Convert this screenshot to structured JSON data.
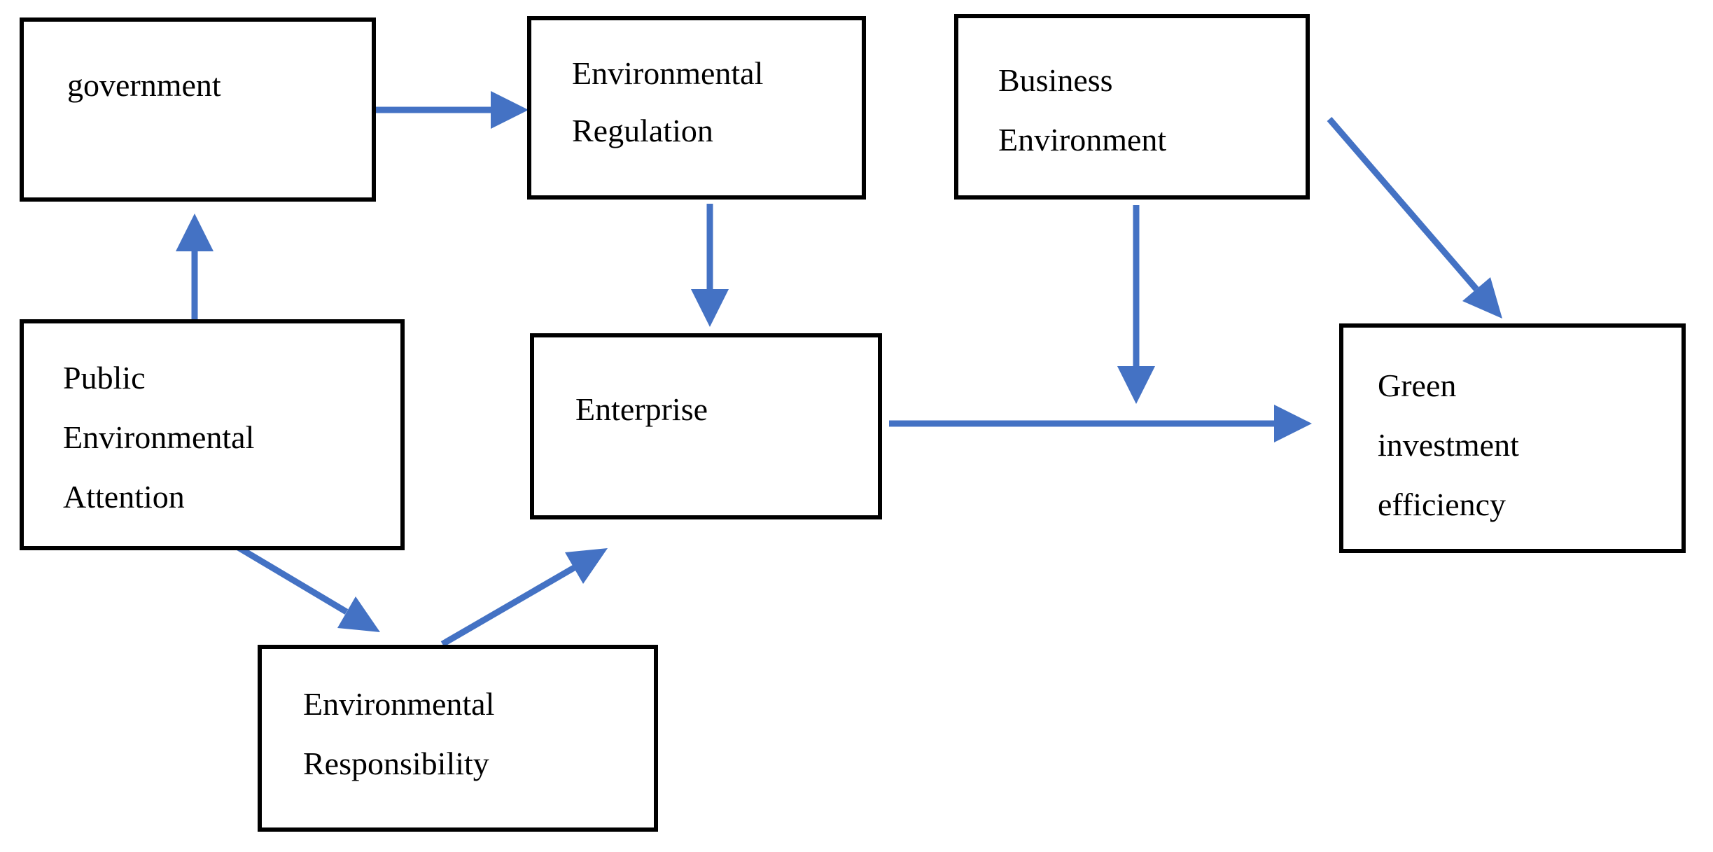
{
  "diagram": {
    "type": "flowchart",
    "nodes": {
      "government": {
        "lines": [
          "government"
        ]
      },
      "environmental_regulation": {
        "lines": [
          "Environmental",
          "Regulation"
        ]
      },
      "business_environment": {
        "lines": [
          "Business",
          "Environment"
        ]
      },
      "public_environmental_attention": {
        "lines": [
          "Public",
          "Environmental",
          "Attention"
        ]
      },
      "enterprise": {
        "lines": [
          "Enterprise"
        ]
      },
      "green_investment_efficiency": {
        "lines": [
          "Green",
          "investment",
          "efficiency"
        ]
      },
      "environmental_responsibility": {
        "lines": [
          "Environmental",
          "Responsibility"
        ]
      }
    },
    "edges": [
      {
        "from": "government",
        "to": "environmental_regulation"
      },
      {
        "from": "public_environmental_attention",
        "to": "government"
      },
      {
        "from": "environmental_regulation",
        "to": "enterprise"
      },
      {
        "from": "enterprise",
        "to": "green_investment_efficiency"
      },
      {
        "from": "business_environment",
        "to": "enterprise_to_green_arrow"
      },
      {
        "from": "business_environment",
        "to": "green_investment_efficiency"
      },
      {
        "from": "public_environmental_attention",
        "to": "environmental_responsibility"
      },
      {
        "from": "environmental_responsibility",
        "to": "enterprise"
      }
    ],
    "colors": {
      "arrow": "#4472C4",
      "box_border": "#000000",
      "box_fill": "#FFFFFF",
      "text": "#000000",
      "background": "#FFFFFF"
    }
  }
}
